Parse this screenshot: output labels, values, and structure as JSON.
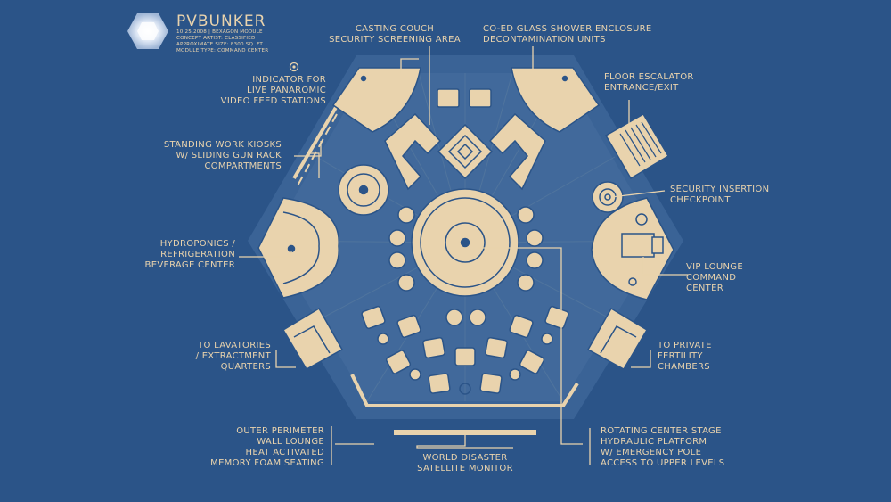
{
  "header": {
    "brand": "PVBUNKER",
    "meta_lines": "10.25.2008 | BEXAGON MODULE\nCONCEPT ARTIST: CLASSIFIED\nAPPROXIMATE SIZE: 8300 SQ. FT.\nMODULE TYPE: COMMAND CENTER"
  },
  "labels": {
    "casting_couch": "CASTING COUCH\nSECURITY SCREENING AREA",
    "shower": "CO-ED GLASS SHOWER ENCLOSURE\nDECONTAMINATION UNITS",
    "indicator": "INDICATOR FOR\nLIVE PANAROMIC\nVIDEO FEED STATIONS",
    "escalator": "FLOOR ESCALATOR\nENTRANCE/EXIT",
    "kiosks": "STANDING WORK KIOSKS\nW/ SLIDING GUN RACK\nCOMPARTMENTS",
    "security": "SECURITY INSERTION\nCHECKPOINT",
    "hydroponics": "HYDROPONICS /\nREFRIGERATION\nBEVERAGE CENTER",
    "vip": "VIP LOUNGE\nCOMMAND\nCENTER",
    "lavatories": "TO LAVATORIES\n/ EXTRACTMENT\nQUARTERS",
    "fertility": "TO PRIVATE\nFERTILITY\nCHAMBERS",
    "outer": "OUTER PERIMETER\nWALL LOUNGE\nHEAT ACTIVATED\nMEMORY FOAM SEATING",
    "monitor": "WORLD DISASTER\nSATELLITE MONITOR",
    "stage": "ROTATING CENTER STAGE\nHYDRAULIC PLATFORM\nW/ EMERGENCY POLE\nACCESS TO UPPER LEVELS"
  },
  "colors": {
    "background": "#2b5488",
    "ink": "#e9d3ad",
    "floor": "#3a6396"
  }
}
